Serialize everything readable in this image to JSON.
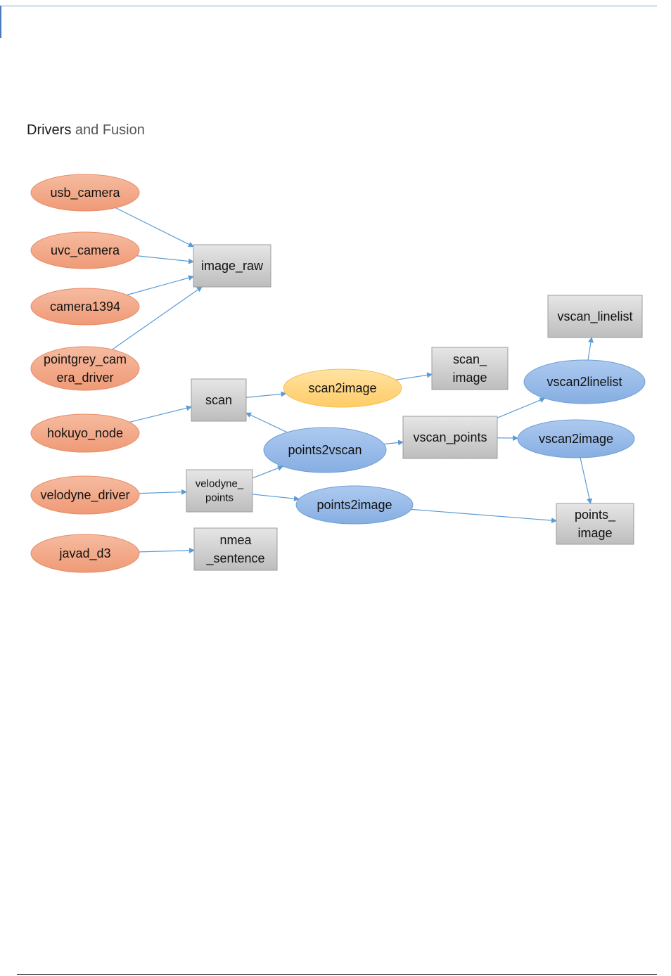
{
  "title_dark": "Drivers",
  "title_light": " and Fusion",
  "colors": {
    "driver_fill": "#F3A98A",
    "driver_stroke": "#E98B66",
    "converter_fill": "#9DC0EA",
    "converter_stroke": "#6F9ED6",
    "highlight_fill": "#FFD98A",
    "highlight_stroke": "#F2C05C",
    "topic_fill": "#D3D3D3",
    "topic_stroke": "#9C9C9C",
    "edge": "#5B9BD5"
  },
  "nodes": [
    {
      "id": "usb_camera",
      "label": [
        "usb_camera"
      ],
      "shape": "ellipse",
      "style": "driver"
    },
    {
      "id": "uvc_camera",
      "label": [
        "uvc_camera"
      ],
      "shape": "ellipse",
      "style": "driver"
    },
    {
      "id": "camera1394",
      "label": [
        "camera1394"
      ],
      "shape": "ellipse",
      "style": "driver"
    },
    {
      "id": "pointgrey_camera_driver",
      "label": [
        "pointgrey_cam",
        "era_driver"
      ],
      "shape": "ellipse",
      "style": "driver"
    },
    {
      "id": "hokuyo_node",
      "label": [
        "hokuyo_node"
      ],
      "shape": "ellipse",
      "style": "driver"
    },
    {
      "id": "velodyne_driver",
      "label": [
        "velodyne_driver"
      ],
      "shape": "ellipse",
      "style": "driver"
    },
    {
      "id": "javad_d3",
      "label": [
        "javad_d3"
      ],
      "shape": "ellipse",
      "style": "driver"
    },
    {
      "id": "image_raw",
      "label": [
        "image_raw"
      ],
      "shape": "rect",
      "style": "topic"
    },
    {
      "id": "scan",
      "label": [
        "scan"
      ],
      "shape": "rect",
      "style": "topic"
    },
    {
      "id": "velodyne_points",
      "label": [
        "velodyne_",
        "points"
      ],
      "shape": "rect",
      "style": "topic",
      "small": true
    },
    {
      "id": "nmea_sentence",
      "label": [
        "nmea",
        "_sentence"
      ],
      "shape": "rect",
      "style": "topic"
    },
    {
      "id": "scan2image",
      "label": [
        "scan2image"
      ],
      "shape": "ellipse",
      "style": "highlight"
    },
    {
      "id": "scan_image",
      "label": [
        "scan_",
        "image"
      ],
      "shape": "rect",
      "style": "topic"
    },
    {
      "id": "points2vscan",
      "label": [
        "points2vscan"
      ],
      "shape": "ellipse",
      "style": "converter"
    },
    {
      "id": "points2image",
      "label": [
        "points2image"
      ],
      "shape": "ellipse",
      "style": "converter"
    },
    {
      "id": "vscan_points",
      "label": [
        "vscan_points"
      ],
      "shape": "rect",
      "style": "topic"
    },
    {
      "id": "vscan2linelist",
      "label": [
        "vscan2linelist"
      ],
      "shape": "ellipse",
      "style": "converter"
    },
    {
      "id": "vscan2image",
      "label": [
        "vscan2image"
      ],
      "shape": "ellipse",
      "style": "converter"
    },
    {
      "id": "vscan_linelist",
      "label": [
        "vscan_linelist"
      ],
      "shape": "rect",
      "style": "topic"
    },
    {
      "id": "points_image",
      "label": [
        "points_",
        "image"
      ],
      "shape": "rect",
      "style": "topic"
    }
  ],
  "edges": [
    {
      "from": "usb_camera",
      "to": "image_raw"
    },
    {
      "from": "uvc_camera",
      "to": "image_raw"
    },
    {
      "from": "camera1394",
      "to": "image_raw"
    },
    {
      "from": "pointgrey_camera_driver",
      "to": "image_raw"
    },
    {
      "from": "hokuyo_node",
      "to": "scan"
    },
    {
      "from": "velodyne_driver",
      "to": "velodyne_points"
    },
    {
      "from": "javad_d3",
      "to": "nmea_sentence"
    },
    {
      "from": "scan",
      "to": "scan2image"
    },
    {
      "from": "scan2image",
      "to": "scan_image"
    },
    {
      "from": "points2vscan",
      "to": "scan"
    },
    {
      "from": "velodyne_points",
      "to": "points2vscan"
    },
    {
      "from": "velodyne_points",
      "to": "points2image"
    },
    {
      "from": "points2vscan",
      "to": "vscan_points"
    },
    {
      "from": "vscan_points",
      "to": "vscan2linelist"
    },
    {
      "from": "vscan_points",
      "to": "vscan2image"
    },
    {
      "from": "vscan2linelist",
      "to": "vscan_linelist"
    },
    {
      "from": "vscan2image",
      "to": "points_image"
    },
    {
      "from": "points2image",
      "to": "points_image"
    }
  ]
}
